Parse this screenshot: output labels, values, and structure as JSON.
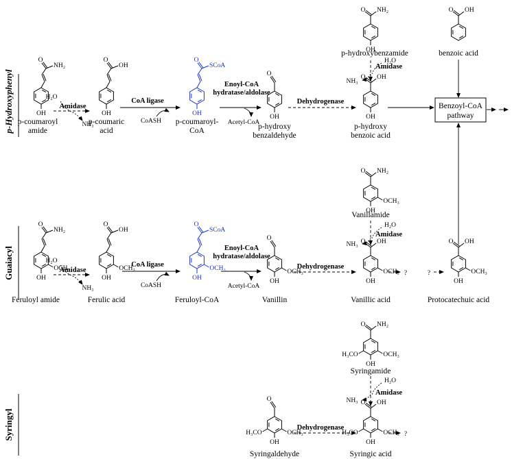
{
  "rows": {
    "hydroxyphenyl": "p-Hydroxyphenyl",
    "guaiacyl": "Guaiacyl",
    "syringyl": "Syringyl"
  },
  "compounds": {
    "p_coumaroyl_amide": [
      "p-coumaroyl",
      "amide"
    ],
    "p_coumaric_acid": [
      "p-coumaric",
      "acid"
    ],
    "p_coumaroyl_coa": [
      "p-coumaroyl-",
      "CoA"
    ],
    "p_hydroxybenzaldehyde": [
      "p-hydroxy",
      "benzaldehyde"
    ],
    "p_hydroxybenzoic_acid": [
      "p-hydroxy",
      "benzoic acid"
    ],
    "p_hydroxybenzamide": "p-hydroxybenzamide",
    "benzoic_acid": "benzoic acid",
    "feruloyl_amide": "Feruloyl amide",
    "ferulic_acid": "Ferulic acid",
    "feruloyl_coa": "Feruloyl-CoA",
    "vanillin": "Vanillin",
    "vanillic_acid": "Vanillic acid",
    "vanillamide": "Vanillamide",
    "protocatechuic_acid": "Protocatechuic acid",
    "syringamide": "Syringamide",
    "syringaldehyde": "Syringaldehyde",
    "syringic_acid": "Syringic acid"
  },
  "enzymes": {
    "amidase": "Amidase",
    "coa_ligase": "CoA ligase",
    "enoyl_coa_1": "Enoyl-CoA",
    "enoyl_coa_2": "hydratase/aldolase",
    "dehydrogenase": "Dehydrogenase"
  },
  "cofactors": {
    "h2o": "H₂O",
    "nh3": "NH₃",
    "coash": "CoASH",
    "acetyl_coa": "Acetyl-CoA",
    "unknown": "?"
  },
  "atoms": {
    "nh2": "NH₂",
    "oh": "OH",
    "o": "O",
    "scoa": "SCoA",
    "och3": "OCH₃",
    "h3co": "H₃CO"
  },
  "box": {
    "line1": "Benzoyl-CoA",
    "line2": "pathway"
  },
  "colors": {
    "coa_highlight": "#1a33cc",
    "lines": "#000000"
  }
}
